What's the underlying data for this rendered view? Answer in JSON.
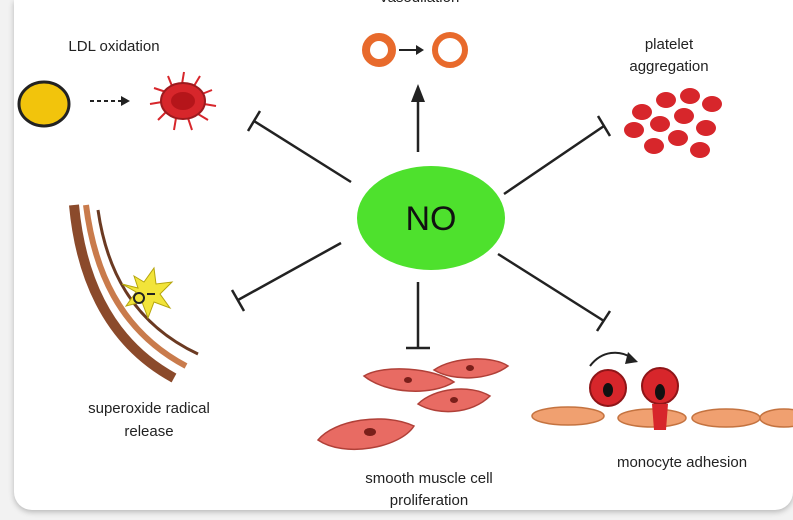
{
  "center": {
    "label": "NO",
    "color": "#4ee12d"
  },
  "effects": {
    "vasodilation": "Vasodilation",
    "ldl_oxidation": "LDL oxidation",
    "platelet_aggregation_1": "platelet",
    "platelet_aggregation_2": "aggregation",
    "superoxide_1": "superoxide radical",
    "superoxide_2": "release",
    "smooth_muscle_1": "smooth muscle cell",
    "smooth_muscle_2": "proliferation",
    "monocyte_adhesion": "monocyte adhesion"
  },
  "colors": {
    "cell_red": "#d7262b",
    "vessel_orange": "#e86a2c",
    "smc_pink": "#e86b63",
    "endothelium": "#f0a070",
    "ldl_yellow": "#f2c40c"
  }
}
